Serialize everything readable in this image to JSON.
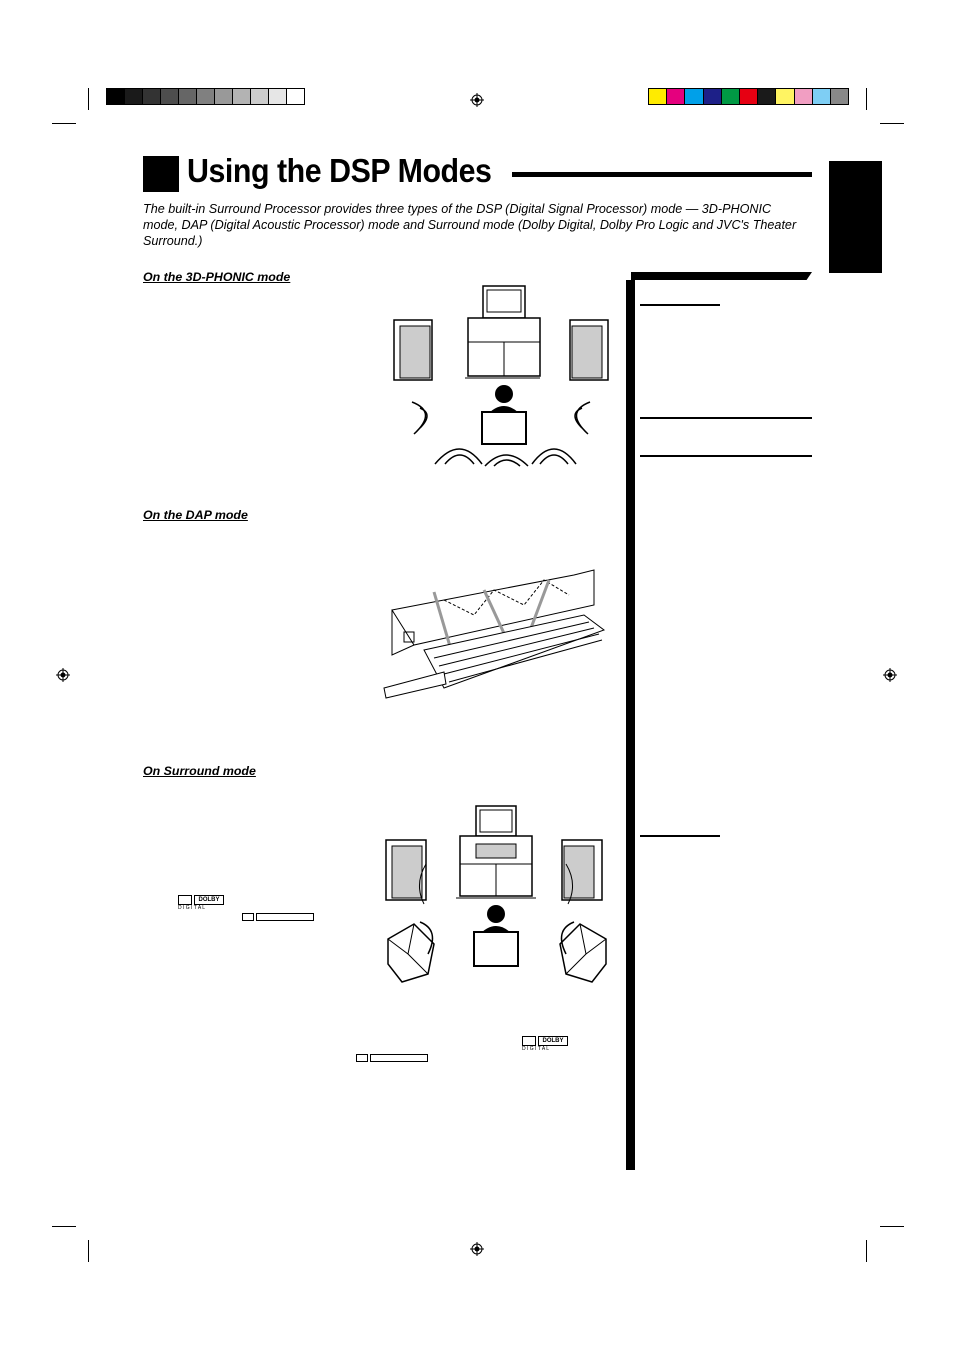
{
  "page": {
    "title": "Using the DSP Modes",
    "intro": "The built-in Surround Processor provides three types of the DSP (Digital Signal Processor) mode — 3D-PHONIC mode, DAP (Digital Acoustic Processor) mode and Surround mode (Dolby Digital, Dolby Pro Logic and JVC's Theater Surround.)"
  },
  "sections": [
    {
      "heading": "On the 3D-PHONIC mode"
    },
    {
      "heading": "On the DAP mode"
    },
    {
      "heading": "On Surround mode"
    }
  ],
  "logos": {
    "dolby_top": "DOLBY",
    "dolby_bottom": "D I G I T A L"
  },
  "print_marks": {
    "gray_swatches": [
      "#000000",
      "#1a1a1a",
      "#333333",
      "#4d4d4d",
      "#666666",
      "#808080",
      "#999999",
      "#b3b3b3",
      "#cccccc",
      "#e6e6e6",
      "#ffffff"
    ],
    "color_swatches": [
      "#ffeb00",
      "#e5007e",
      "#00a0e9",
      "#1d2088",
      "#009944",
      "#e60012",
      "#1a1a1a",
      "#fff462",
      "#f19ec2",
      "#7ecef4",
      "#888888"
    ]
  }
}
